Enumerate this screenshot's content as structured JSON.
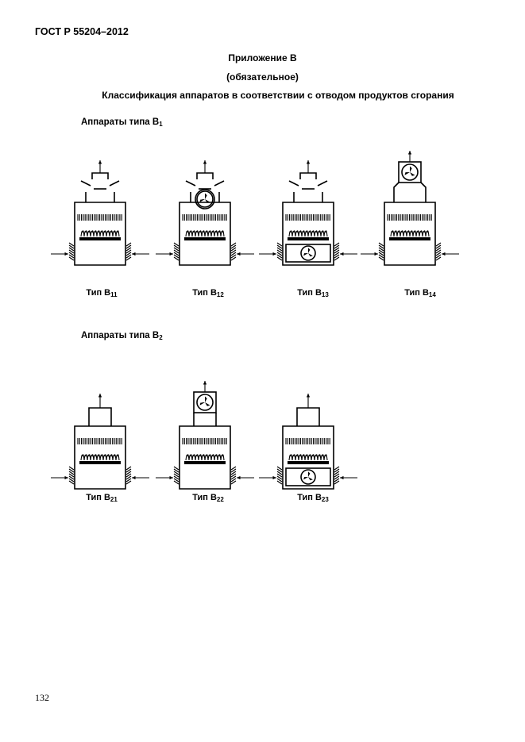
{
  "header": {
    "doc_code": "ГОСТ Р 55204–2012"
  },
  "appendix": {
    "title": "Приложение В",
    "status": "(обязательное)",
    "heading": "Классификация аппаратов в соответствии с отводом продуктов сгорания"
  },
  "group_b1": {
    "prefix": "Аппараты типа B",
    "sub": "1",
    "types": [
      {
        "label": "Тип B",
        "sub": "11",
        "fan": "none"
      },
      {
        "label": "Тип B",
        "sub": "12",
        "fan": "upper"
      },
      {
        "label": "Тип B",
        "sub": "13",
        "fan": "lower"
      },
      {
        "label": "Тип B",
        "sub": "14",
        "fan": "top"
      }
    ]
  },
  "group_b2": {
    "prefix": "Аппараты типа B",
    "sub": "2",
    "types": [
      {
        "label": "Тип B",
        "sub": "21",
        "fan": "none"
      },
      {
        "label": "Тип B",
        "sub": "22",
        "fan": "top"
      },
      {
        "label": "Тип B",
        "sub": "23",
        "fan": "lower"
      }
    ]
  },
  "footer": {
    "page_number": "132"
  }
}
